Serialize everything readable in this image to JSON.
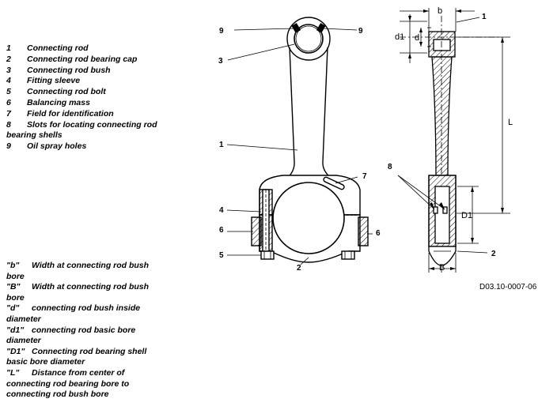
{
  "legend": [
    {
      "num": "1",
      "text": "Connecting rod"
    },
    {
      "num": "2",
      "text": "Connecting rod bearing cap"
    },
    {
      "num": "3",
      "text": "Connecting rod bush"
    },
    {
      "num": "4",
      "text": "Fitting sleeve"
    },
    {
      "num": "5",
      "text": "Connecting rod bolt"
    },
    {
      "num": "6",
      "text": "Balancing mass"
    },
    {
      "num": "7",
      "text": "Field for identification"
    },
    {
      "num": "8",
      "text": "Slots for locating connecting rod bearing shells"
    },
    {
      "num": "9",
      "text": "Oil spray holes"
    }
  ],
  "definitions": [
    {
      "sym": "\"b\"",
      "text": "Width at connecting rod bush bore"
    },
    {
      "sym": "\"B\"",
      "text": "Width at connecting rod bush bore"
    },
    {
      "sym": "\"d\"",
      "text": "connecting rod bush inside diameter"
    },
    {
      "sym": "\"d1\"",
      "text": "connecting rod basic bore diameter"
    },
    {
      "sym": "\"D1\"",
      "text": "Connecting rod bearing shell basic bore diameter"
    },
    {
      "sym": "\"L\"",
      "text": "Distance from center of connecting rod bearing bore to connecting rod bush bore"
    }
  ],
  "callouts": {
    "c9a": "9",
    "c9b": "9",
    "c3": "3",
    "c1": "1",
    "c7": "7",
    "c4": "4",
    "c6a": "6",
    "c6b": "6",
    "c5": "5",
    "c2": "2",
    "s1": "1",
    "s8": "8",
    "s2": "2"
  },
  "dimensions": {
    "b": "b",
    "d1": "d1",
    "d": "d",
    "L": "L",
    "D1": "D1",
    "B": "B"
  },
  "drawing_code": "D03.10-0007-06"
}
